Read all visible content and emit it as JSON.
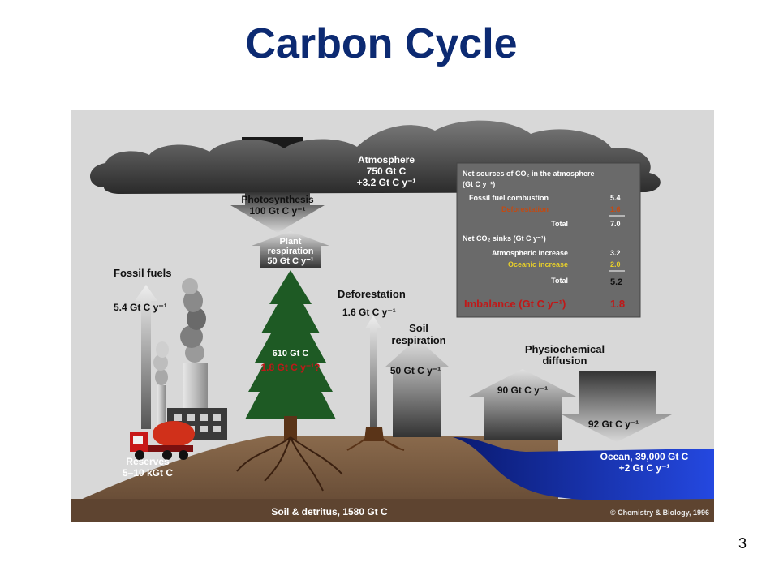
{
  "slide": {
    "title": "Carbon Cycle",
    "page_number": "3"
  },
  "colors": {
    "title": "#0c2a72",
    "background": "#d8d8d8",
    "soil": "#7a5a3e",
    "ocean": "#1534b8",
    "tree": "#1e5a24",
    "highlight_red": "#c01818",
    "highlight_orange": "#c44a12",
    "highlight_yellow": "#e8d02a"
  },
  "atmosphere": {
    "name": "Atmosphere",
    "stock": "750 Gt C",
    "change": "+3.2 Gt C y⁻¹"
  },
  "photosynthesis": {
    "label": "Photosynthesis",
    "value": "100 Gt C y⁻¹"
  },
  "plant_respiration": {
    "line1": "Plant",
    "line2": "respiration",
    "value": "50 Gt C y⁻¹"
  },
  "vegetation": {
    "stock": "610 Gt C",
    "uptake": "1.8 Gt C y⁻¹?"
  },
  "fossil_fuels": {
    "label": "Fossil fuels",
    "value": "5.4 Gt C y⁻¹"
  },
  "reserves": {
    "label": "Reserves",
    "value": "5–10 kGt C"
  },
  "deforestation": {
    "label": "Deforestation",
    "value": "1.6 Gt C y⁻¹"
  },
  "soil_respiration": {
    "line1": "Soil",
    "line2": "respiration",
    "value": "50 Gt C y⁻¹"
  },
  "physiochemical": {
    "line1": "Physiochemical",
    "line2": "diffusion",
    "up_value": "90 Gt C y⁻¹",
    "down_value": "92 Gt C y⁻¹"
  },
  "ocean": {
    "stock": "Ocean, 39,000 Gt C",
    "change": "+2 Gt C y⁻¹"
  },
  "soil": {
    "label": "Soil & detritus, 1580 Gt C"
  },
  "copyright": "© Chemistry & Biology, 1996",
  "budget_table": {
    "sources_heading_1": "Net sources of CO₂ in the atmosphere",
    "sources_heading_2": "(Gt C y⁻¹)",
    "sources": [
      {
        "label": "Fossil fuel combustion",
        "value": "5.4"
      },
      {
        "label": "Deforestation",
        "value": "1.6"
      }
    ],
    "sources_total_label": "Total",
    "sources_total": "7.0",
    "sinks_heading": "Net CO₂ sinks (Gt C y⁻¹)",
    "sinks": [
      {
        "label": "Atmospheric increase",
        "value": "3.2"
      },
      {
        "label": "Oceanic increase",
        "value": "2.0"
      }
    ],
    "sinks_total_label": "Total",
    "sinks_total": "5.2",
    "imbalance_label": "Imbalance (Gt C y⁻¹)",
    "imbalance_value": "1.8"
  }
}
